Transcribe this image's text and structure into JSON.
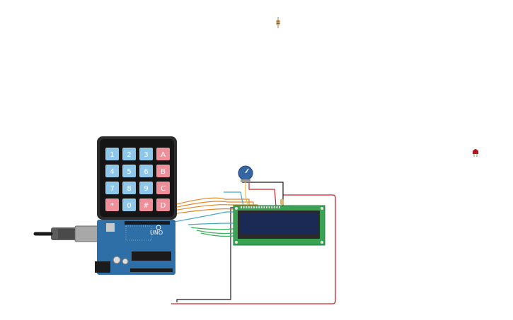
{
  "keypad": {
    "rows": [
      [
        "1",
        "2",
        "3",
        "A"
      ],
      [
        "4",
        "5",
        "6",
        "B"
      ],
      [
        "7",
        "8",
        "9",
        "C"
      ],
      [
        "*",
        "0",
        "#",
        "D"
      ]
    ],
    "colors": {
      "number": "#8fc7ea",
      "letter": "#ef8f9a",
      "body": "#2b2b2b",
      "inner": "#151515"
    }
  },
  "arduino": {
    "logo_text": "UNO",
    "board_color": "#2f6fa8",
    "header_color": "#1b1b1b"
  },
  "lcd": {
    "pcb_color": "#3aa353",
    "screen_color": "#1a2a55"
  },
  "components": {
    "potentiometer_color": "#3466a6",
    "resistor_color": "#d9b26f",
    "led_color": "#b8141b"
  },
  "wire_colors": {
    "orange": "#e8851c",
    "teal": "#45a9c8",
    "green": "#3bb05a",
    "red": "#c9252b",
    "black": "#1b1b1b",
    "gray": "#8b8b8b"
  }
}
